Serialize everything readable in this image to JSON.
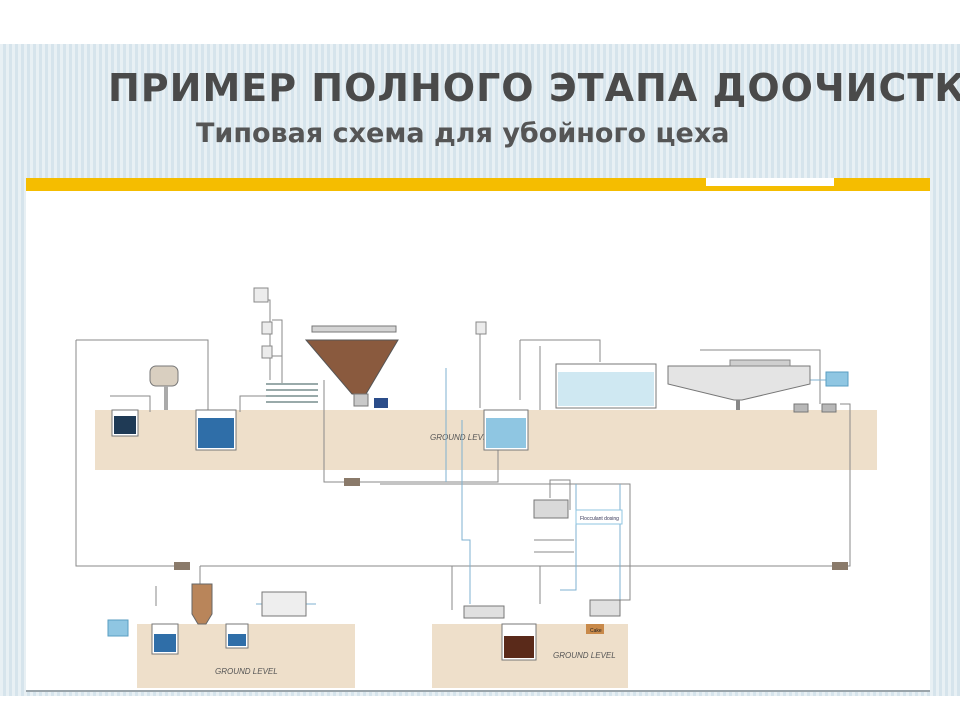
{
  "slide": {
    "title": "ПРИМЕР ПОЛНОГО ЭТАПА ДООЧИСТКИ",
    "subtitle": "Типовая схема для убойного цеха"
  },
  "diagram": {
    "ground_labels": {
      "upper": "GROUND LEVEL",
      "lower_left": "GROUND LEVEL",
      "lower_right": "GROUND LEVEL"
    },
    "callouts": {
      "flocculant_dosing": "Flocculant dosing",
      "cake": "Cake"
    },
    "colors": {
      "ground": "#eedfca",
      "water": "#2f6ea8",
      "water_light": "#8fc6e2",
      "sludge": "#7a4a32",
      "pipe": "#7a7a7a",
      "pipe_blue": "#7fb2d0",
      "accent": "#f5bd00"
    }
  }
}
